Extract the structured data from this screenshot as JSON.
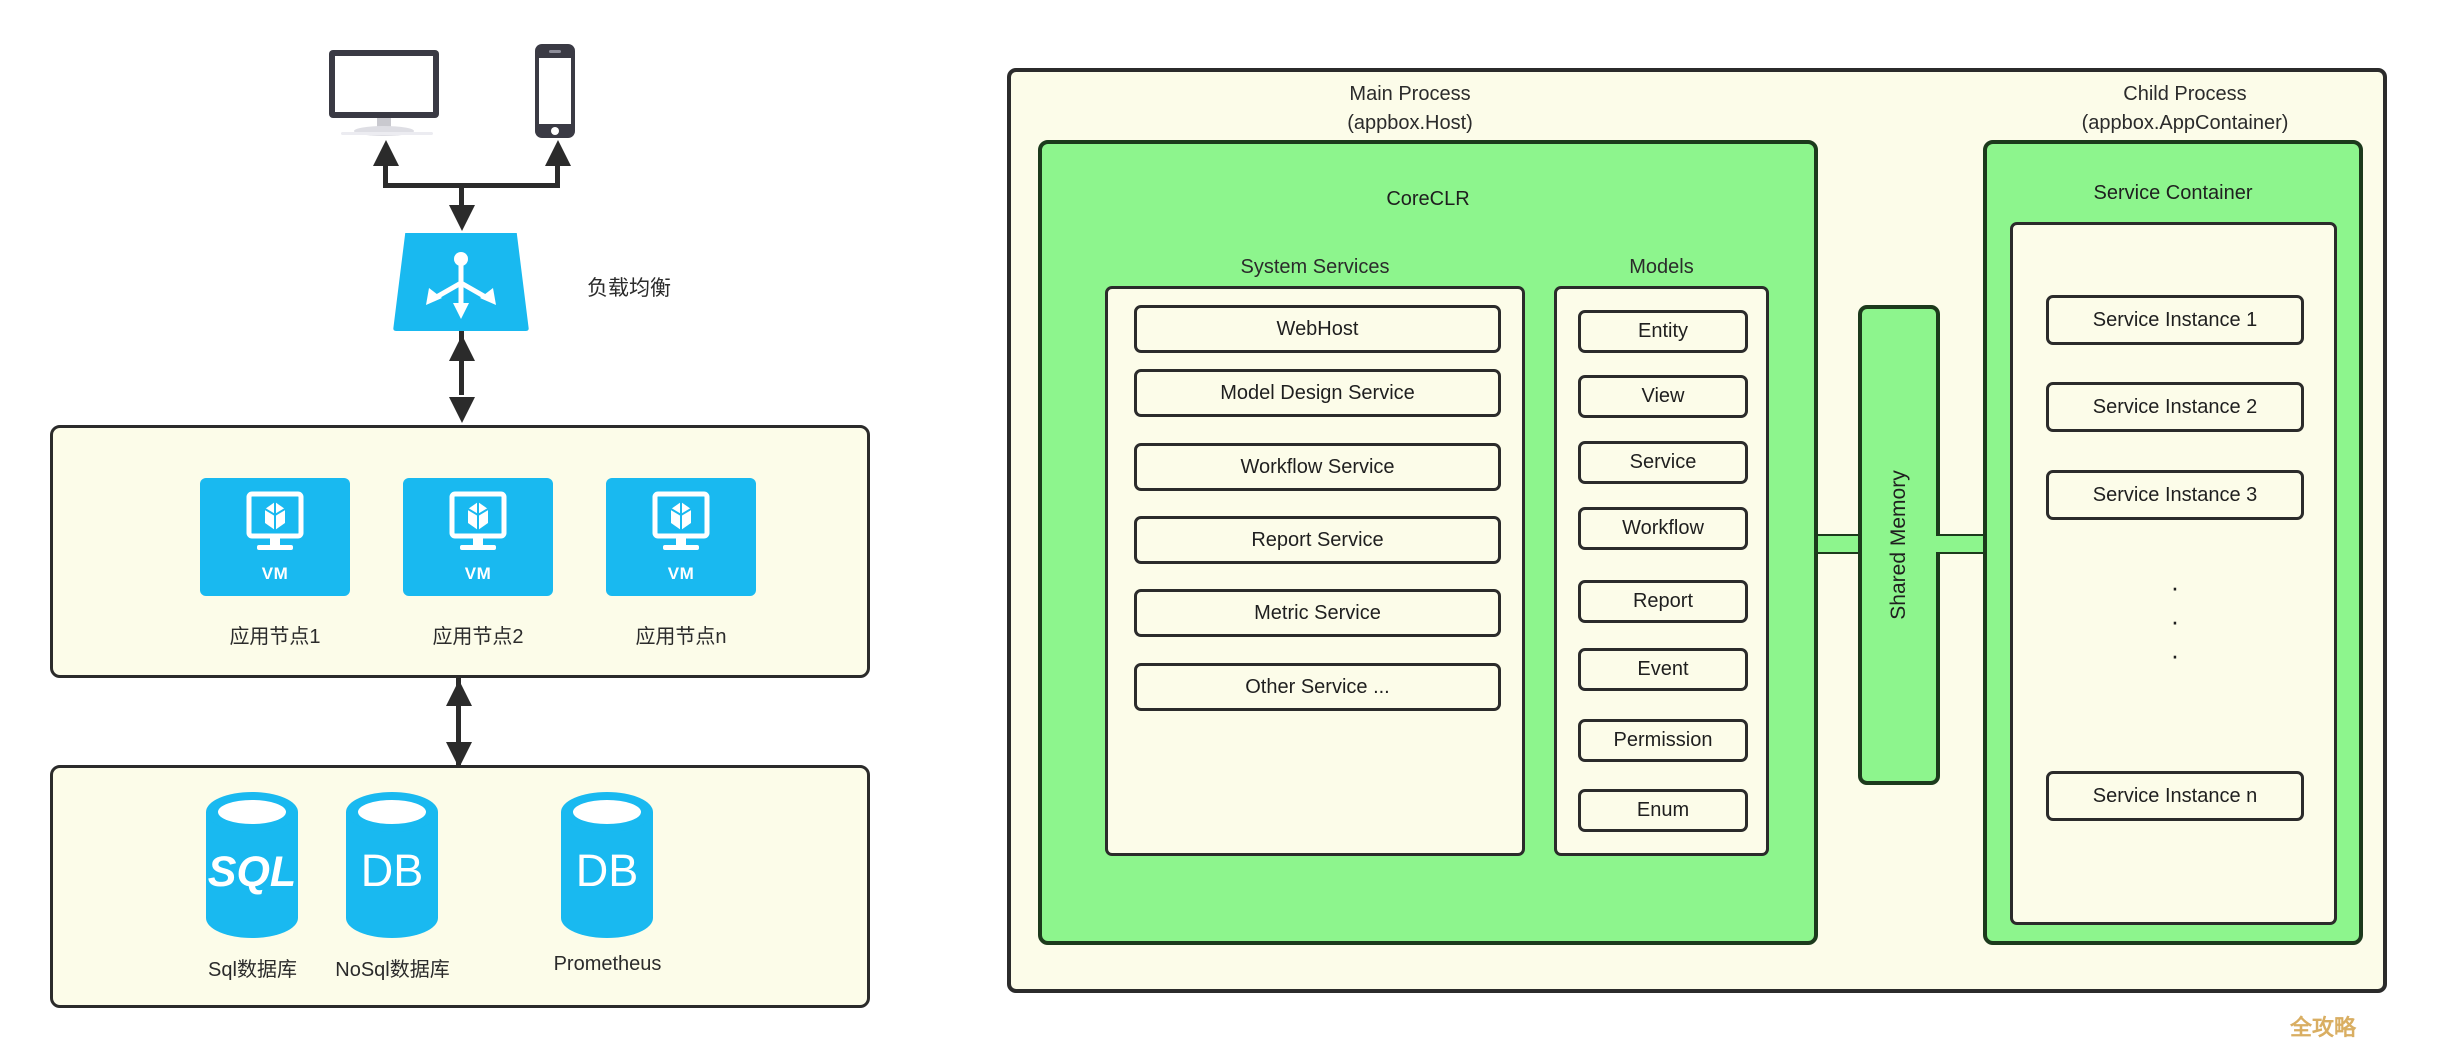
{
  "left_diagram": {
    "clients": [
      {
        "icon": "desktop-monitor-icon",
        "name": "desktop-client"
      },
      {
        "icon": "mobile-phone-icon",
        "name": "mobile-client"
      }
    ],
    "load_balancer": {
      "label": "负载均衡",
      "icon": "load-balancer-icon"
    },
    "app_node_panel": {
      "nodes": [
        {
          "badge": "VM",
          "caption": "应用节点1",
          "icon": "vm-monitor-icon"
        },
        {
          "badge": "VM",
          "caption": "应用节点2",
          "icon": "vm-monitor-icon"
        },
        {
          "badge": "VM",
          "caption": "应用节点n",
          "icon": "vm-monitor-icon"
        }
      ]
    },
    "database_panel": {
      "databases": [
        {
          "badge": "SQL",
          "caption": "Sql数据库",
          "icon": "database-cylinder-icon"
        },
        {
          "badge": "DB",
          "caption": "NoSql数据库",
          "icon": "database-cylinder-icon"
        },
        {
          "badge": "DB",
          "caption": "Prometheus",
          "icon": "database-cylinder-icon"
        }
      ]
    }
  },
  "right_diagram": {
    "main_process": {
      "title_line1": "Main Process",
      "title_line2": "(appbox.Host)",
      "coreclr": {
        "title": "CoreCLR",
        "system_services": {
          "caption": "System Services",
          "items": [
            "WebHost",
            "Model Design Service",
            "Workflow Service",
            "Report Service",
            "Metric Service",
            "Other Service ..."
          ]
        },
        "models": {
          "caption": "Models",
          "items": [
            "Entity",
            "View",
            "Service",
            "Workflow",
            "Report",
            "Event",
            "Permission",
            "Enum"
          ]
        }
      }
    },
    "shared_memory": {
      "label": "Shared Memory"
    },
    "child_process": {
      "title_line1": "Child Process",
      "title_line2": "(appbox.AppContainer)",
      "service_container": {
        "title": "Service Container",
        "instances_top": [
          "Service Instance 1",
          "Service Instance 2",
          "Service Instance 3"
        ],
        "ellipsis": "·\n·\n·",
        "instance_last": "Service Instance n"
      }
    }
  },
  "watermark": {
    "text": "全攻略"
  },
  "colors": {
    "accent_blue": "#19b9f0",
    "panel_cream": "#fcfce9",
    "green_fill": "#8df58d",
    "green_border": "#1c3a1c",
    "line_dark": "#2b2b2b",
    "watermark_gold": "#d9ae62"
  }
}
